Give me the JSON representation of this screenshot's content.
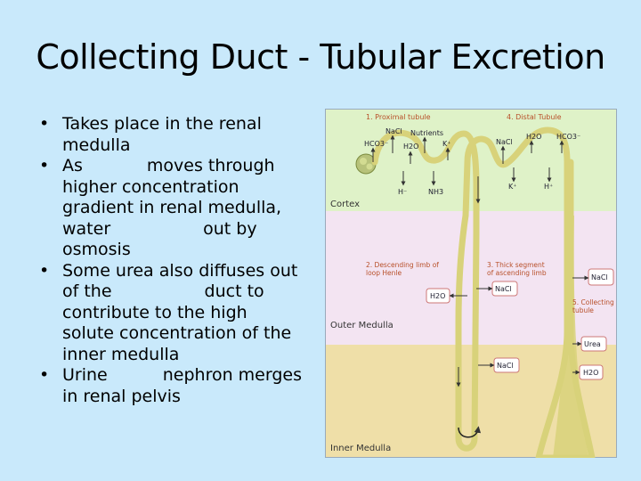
{
  "title": "Collecting Duct - Tubular Excretion",
  "bullets": [
    {
      "lines": [
        "Takes place in the renal",
        "medulla"
      ]
    },
    {
      "lines": [
        "As",
        "moves through",
        "higher concentration",
        "gradient in renal medulla,",
        "water",
        "out by",
        "osmosis"
      ]
    },
    {
      "lines": [
        "Some urea also diffuses out",
        "of the",
        "duct to",
        "contribute to the high",
        "solute concentration of the",
        "inner medulla"
      ]
    },
    {
      "lines": [
        "Urine",
        "nephron merges",
        "in renal pelvis"
      ]
    }
  ],
  "figure": {
    "zones": {
      "cortex": "Cortex",
      "outer": "Outer Medulla",
      "inner": "Inner Medulla"
    },
    "headings": {
      "proximal": "1. Proximal tubule",
      "distal": "4. Distal Tubule",
      "descending": [
        "2. Descending limb of",
        "loop Henle"
      ],
      "ascending": [
        "3. Thick segment",
        "of ascending limb"
      ],
      "collecting": [
        "5. Collecting",
        "tubule"
      ]
    },
    "molecules": {
      "hco3_left": "HCO3⁻",
      "nacl_top": "NaCl",
      "h2o_top": "H2O",
      "nutrients": "Nutrients",
      "k_top": "K⁺",
      "h_left": "H⁻",
      "nh3": "NH3",
      "nacl_distal": "NaCl",
      "h2o_distal": "H2O",
      "hco3_distal": "HCO3⁻",
      "k_distal": "K⁺",
      "h_distal": "H⁺"
    },
    "boxes": {
      "h2o_desc": "H2O",
      "nacl_asc": "NaCl",
      "nacl_right": "NaCl",
      "urea": "Urea",
      "h2o_collect": "H2O",
      "nacl_inner": "NaCl"
    },
    "colors": {
      "cortex": "#dff2c8",
      "outer": "#f3e4f2",
      "inner": "#efdfa8",
      "tubule": "#d8d27a",
      "heading": "#b8502a"
    }
  }
}
